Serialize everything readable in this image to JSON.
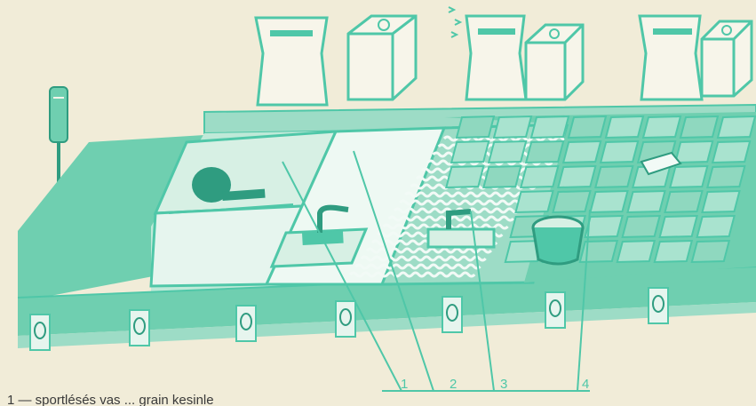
{
  "callouts": [
    "1",
    "2",
    "3",
    "4"
  ],
  "caption": "1 — sportlésés vas ... grain kesinle",
  "colors": {
    "background": "#f1ecd8",
    "ink": "#4fc7a8",
    "ink_dark": "#2f9c80",
    "fill_light": "#d7f0e4",
    "fill_mid": "#9ddcc6",
    "fill_deep": "#6fcfb0"
  },
  "icons": [
    "screwdriver-icon",
    "adhesive-bag-icon",
    "mortar-box-icon",
    "trowel-icon",
    "bucket-icon",
    "roll-icon"
  ]
}
